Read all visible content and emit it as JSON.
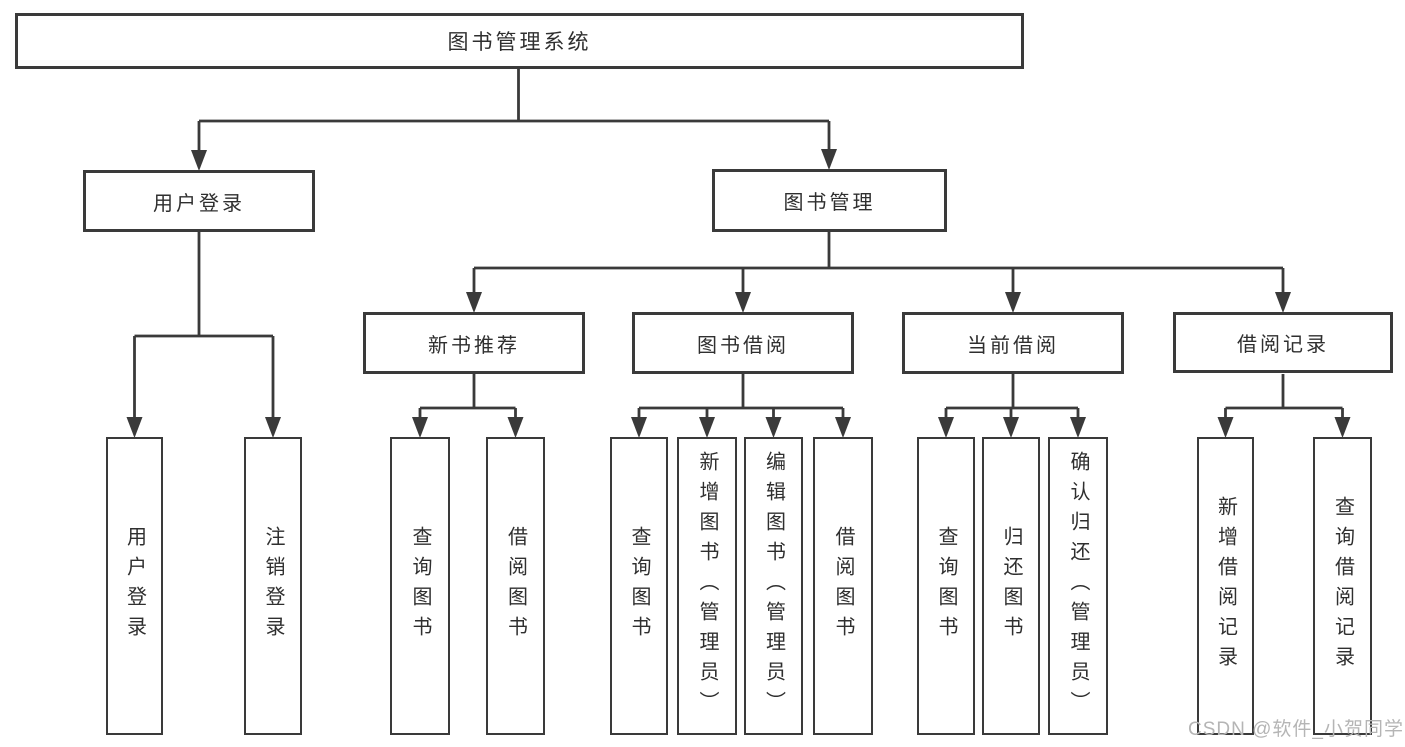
{
  "tree": {
    "root": {
      "label": "图书管理系统"
    },
    "branches": [
      {
        "label": "用户登录",
        "children": [
          {
            "label": "用户登录"
          },
          {
            "label": "注销登录"
          }
        ]
      },
      {
        "label": "图书管理",
        "children": [
          {
            "label": "新书推荐",
            "children": [
              {
                "label": "查询图书"
              },
              {
                "label": "借阅图书"
              }
            ]
          },
          {
            "label": "图书借阅",
            "children": [
              {
                "label": "查询图书"
              },
              {
                "label": "新增图书（管理员）"
              },
              {
                "label": "编辑图书（管理员）"
              },
              {
                "label": "借阅图书"
              }
            ]
          },
          {
            "label": "当前借阅",
            "children": [
              {
                "label": "查询图书"
              },
              {
                "label": "归还图书"
              },
              {
                "label": "确认归还（管理员）"
              }
            ]
          },
          {
            "label": "借阅记录",
            "children": [
              {
                "label": "新增借阅记录"
              },
              {
                "label": "查询借阅记录"
              }
            ]
          }
        ]
      }
    ]
  },
  "watermark": {
    "text": "CSDN @软件_小贺同学"
  },
  "colors": {
    "line": "#3a3a3a",
    "text": "#2f2f2f",
    "box_background": "#ffffff",
    "watermark": "#b5b5b5"
  }
}
